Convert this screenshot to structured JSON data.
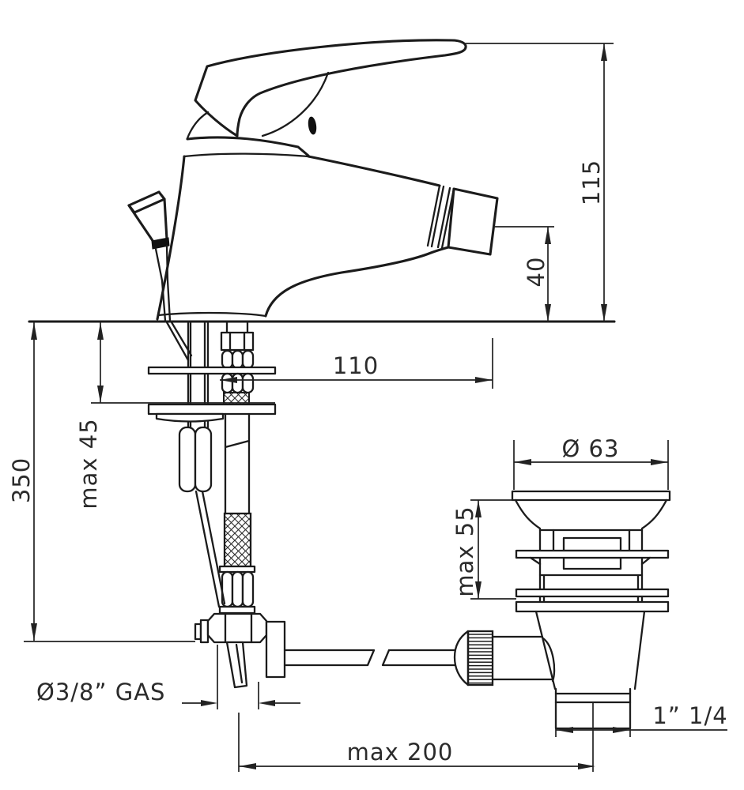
{
  "drawing": {
    "type": "technical-drawing",
    "subject": "single-lever bidet mixer with pop-up waste, side elevation with installation dimensions"
  },
  "colors": {
    "background": "#ffffff",
    "line": "#1b1b1b",
    "text": "#2b2b2b"
  },
  "dimensions": {
    "overall_height": "115",
    "spout_outlet_height": "40",
    "spout_reach": "110",
    "max_deck_thickness": "max 45",
    "hose_drop": "350",
    "waste_flange_diameter": "Ø 63",
    "max_basin_thickness": "max 55",
    "supply_thread": "Ø3/8” GAS",
    "waste_thread": "1” 1/4",
    "max_rod_distance": "max 200"
  }
}
